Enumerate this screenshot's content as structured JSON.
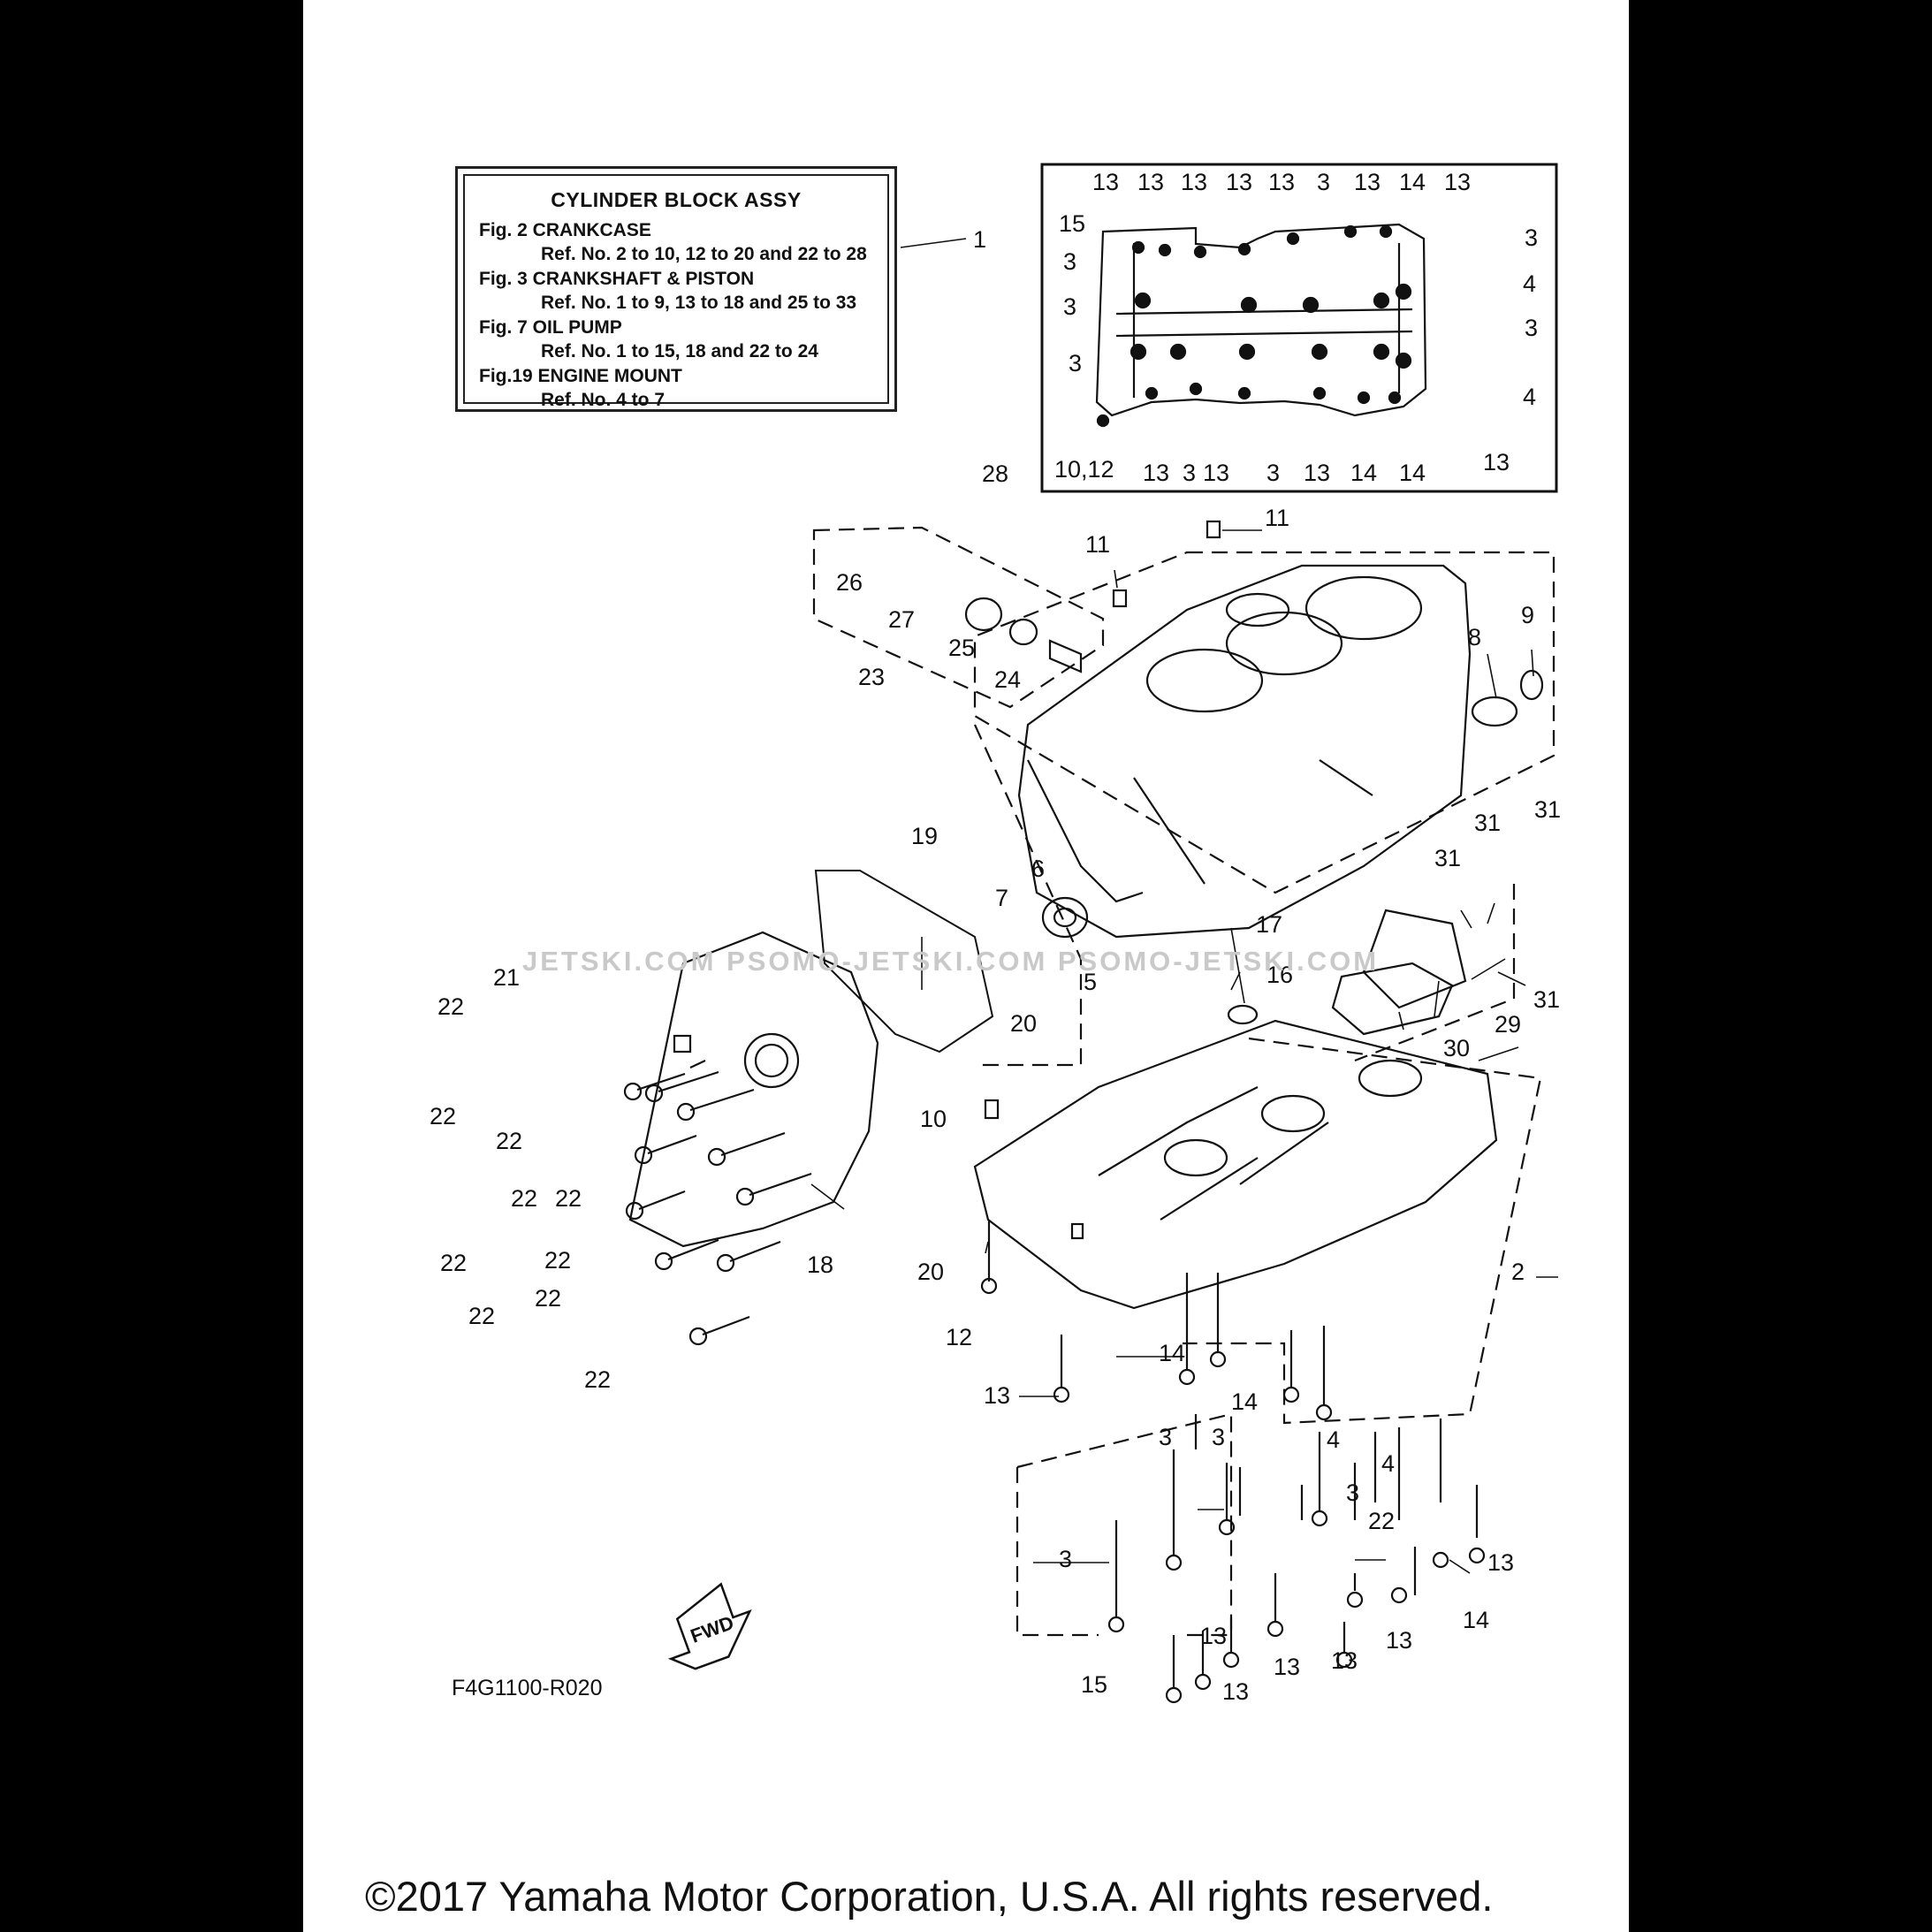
{
  "info_box": {
    "title": "CYLINDER BLOCK ASSY",
    "lines": [
      {
        "fig": "Fig.  2 CRANKCASE",
        "ref": "Ref. No. 2 to 10, 12 to 20 and 22 to 28"
      },
      {
        "fig": "Fig.  3 CRANKSHAFT & PISTON",
        "ref": "Ref. No. 1 to 9, 13 to 18 and 25 to 33"
      },
      {
        "fig": "Fig. 7 OIL PUMP",
        "ref": "Ref. No. 1 to 15, 18 and 22 to 24"
      },
      {
        "fig": "Fig.19 ENGINE MOUNT",
        "ref": "Ref. No. 4 to 7"
      }
    ]
  },
  "callouts_inset_top": [
    "13",
    "13",
    "13",
    "13",
    "13",
    "3",
    "13",
    "14",
    "13"
  ],
  "callouts_inset_left": [
    "15",
    "3",
    "3",
    "3"
  ],
  "callouts_inset_right": [
    "3",
    "4",
    "3",
    "4"
  ],
  "callouts_inset_bottom": [
    "10,12",
    "13",
    "3",
    "13",
    "3",
    "13",
    "14",
    "14",
    "13"
  ],
  "callouts_main": {
    "c1": "1",
    "c2": "2",
    "c4a": "4",
    "c4b": "4",
    "c5": "5",
    "c6": "6",
    "c7": "7",
    "c8": "8",
    "c9": "9",
    "c10": "10",
    "c11a": "11",
    "c11b": "11",
    "c12": "12",
    "c13a": "13",
    "c13b": "13",
    "c13c": "13",
    "c13d": "13",
    "c13e": "13",
    "c13f": "13",
    "c13g": "13",
    "c14a": "14",
    "c14b": "14",
    "c14c": "14",
    "c15": "15",
    "c16": "16",
    "c17": "17",
    "c18": "18",
    "c19": "19",
    "c20a": "20",
    "c20b": "20",
    "c21": "21",
    "c22a": "22",
    "c22b": "22",
    "c22c": "22",
    "c22d": "22",
    "c22e": "22",
    "c22f": "22",
    "c22g": "22",
    "c22h": "22",
    "c22i": "22",
    "c22j": "22",
    "c22k": "22",
    "c23": "23",
    "c24": "24",
    "c25": "25",
    "c26": "26",
    "c27": "27",
    "c28": "28",
    "c29": "29",
    "c30": "30",
    "c31a": "31",
    "c31b": "31",
    "c31c": "31",
    "c31d": "31",
    "c3a": "3",
    "c3b": "3",
    "c3c": "3",
    "c3d": "3"
  },
  "fwd_label": "FWD",
  "diagram_code": "F4G1100-R020",
  "watermark": "JETSKI.COM   PSOMO-JETSKI.COM      PSOMO-JETSKI.COM",
  "copyright": "©2017 Yamaha Motor Corporation, U.S.A. All rights reserved."
}
